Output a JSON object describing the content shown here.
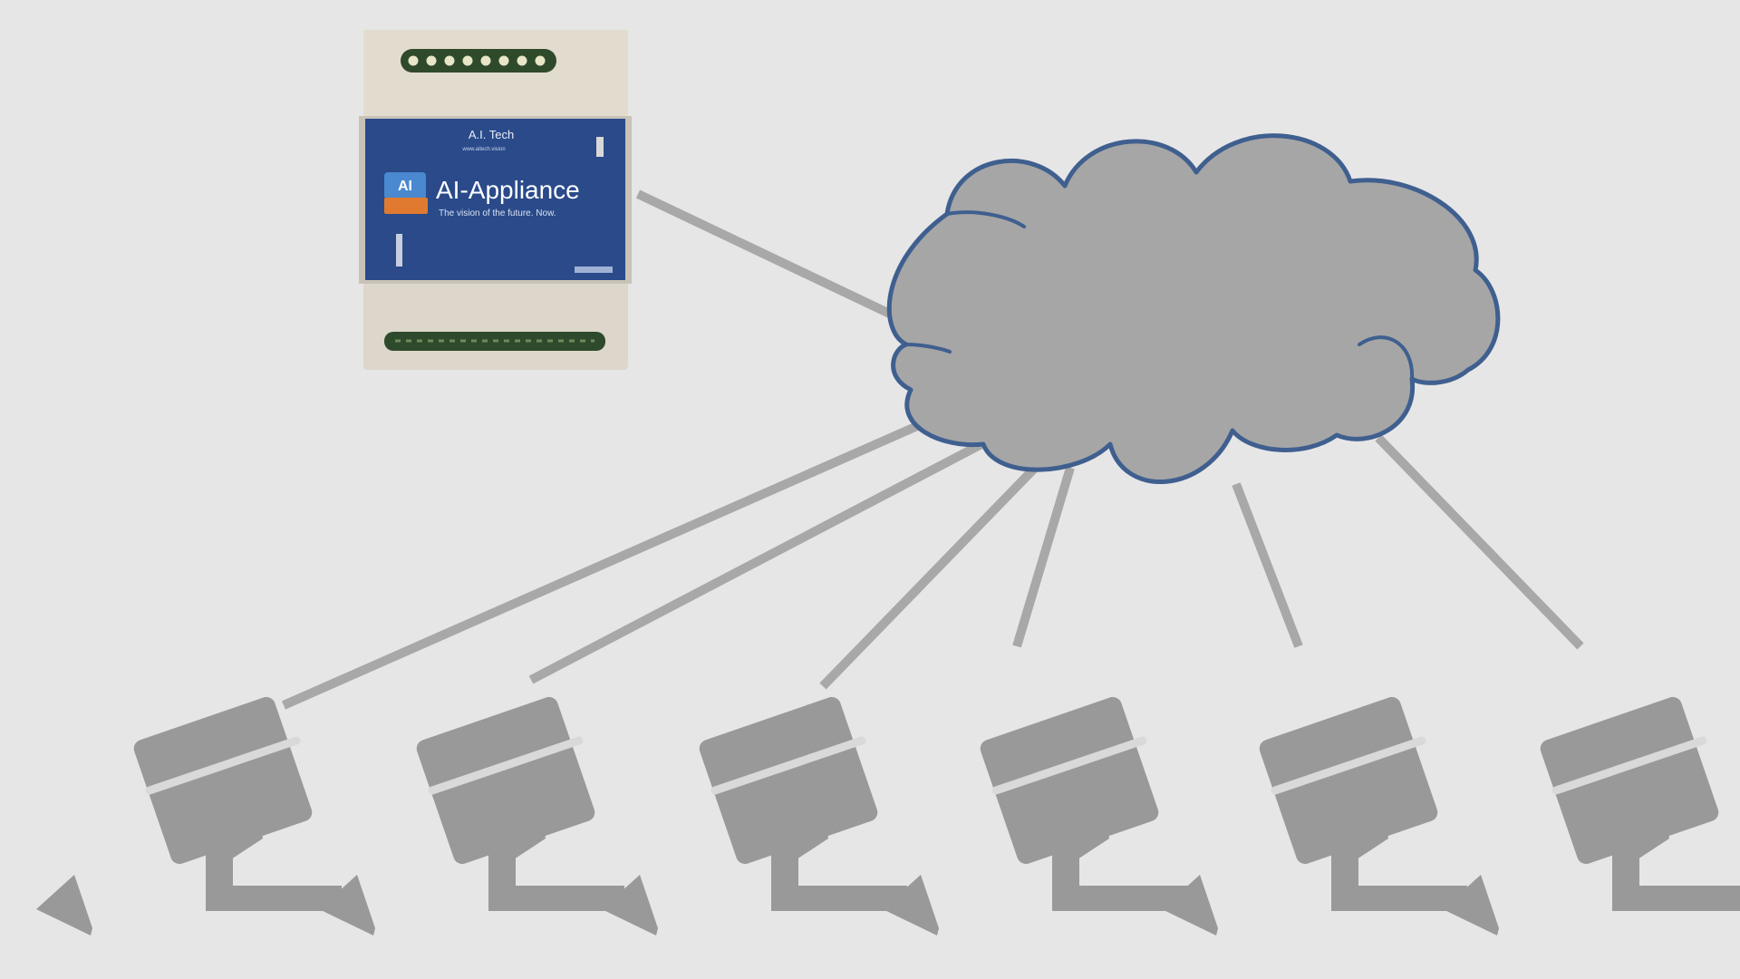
{
  "colors": {
    "background": "#e6e6e6",
    "link": "#a8a8a8",
    "camera": "#999999",
    "cloud_fill": "#a6a6a6",
    "cloud_stroke": "#3f5f8f",
    "device_body": "#ddd6ca",
    "device_label": "#2a4a8a"
  },
  "appliance": {
    "brand": "A.I. Tech",
    "brand_sub": "www.aitech.vision",
    "product": "AI-Appliance",
    "tagline": "The vision of the future. Now.",
    "icon": "ai-tech-logo-icon"
  },
  "network": {
    "icon": "cloud-icon"
  },
  "cameras": [
    {
      "icon": "cctv-camera-icon"
    },
    {
      "icon": "cctv-camera-icon"
    },
    {
      "icon": "cctv-camera-icon"
    },
    {
      "icon": "cctv-camera-icon"
    },
    {
      "icon": "cctv-camera-icon"
    },
    {
      "icon": "cctv-camera-icon"
    }
  ]
}
